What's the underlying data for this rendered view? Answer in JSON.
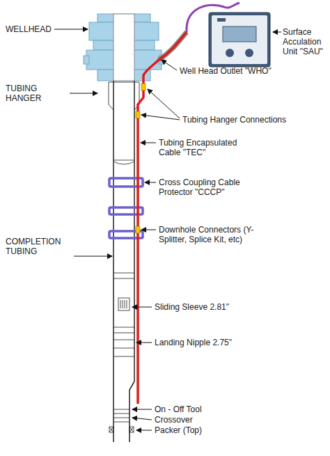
{
  "diagram": {
    "labels": [
      "Surface Acculation Unit \"SAU\"",
      "WELLHEAD",
      "Well Head Outlet \"WHO\"",
      "TUBING HANGER",
      "Tubing Hanger Connections",
      "Tubing Encapsulated Cable \"TEC\"",
      "Cross Coupling Cable Protector \"CCCP\"",
      "Downhole Connectors (Y-Splitter, Splice Kit, etc)",
      "COMPLETION TUBING",
      "Sliding Sleeve 2.81\"",
      "Landing Nipple 2.75\"",
      "On - Off Tool",
      "Crossover",
      "Packer (Top)"
    ]
  }
}
